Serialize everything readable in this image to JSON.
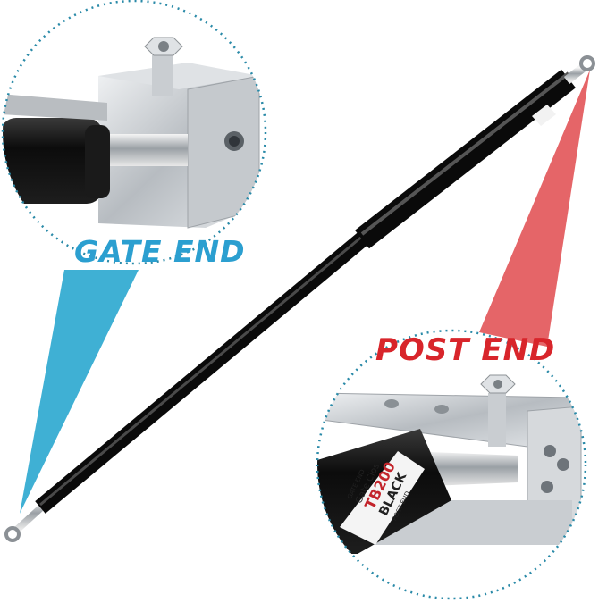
{
  "callouts": {
    "gate_end": {
      "label": "GATE END",
      "color": "#2b9fd0"
    },
    "post_end": {
      "label": "POST END",
      "color": "#d8252b"
    }
  },
  "cylinder_label": {
    "line1": "GATE END",
    "line2": "Gate Clos",
    "line3": "TB200",
    "line4": "BLACK",
    "line5": "POST END"
  },
  "colors": {
    "gate_beam": "#2aa7cf",
    "post_beam": "#e25458",
    "circle_border": "#2a8aa8",
    "cylinder": "#111111",
    "steel": "#c8ccd0"
  }
}
